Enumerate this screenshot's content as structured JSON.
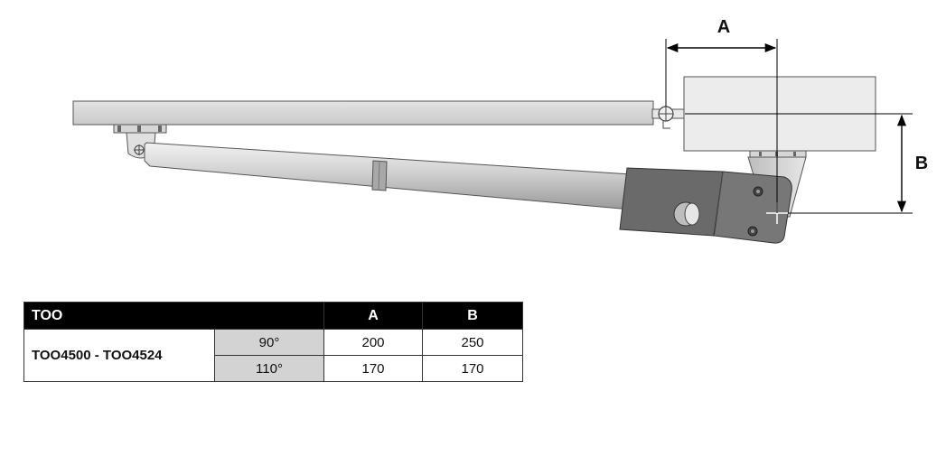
{
  "dimensions": {
    "a_label": "A",
    "b_label": "B"
  },
  "table": {
    "header": {
      "model": "TOO",
      "a": "A",
      "b": "B"
    },
    "model": "TOO4500 - TOO4524",
    "rows": [
      {
        "angle": "90°",
        "a": "200",
        "b": "250"
      },
      {
        "angle": "110°",
        "a": "170",
        "b": "170"
      }
    ]
  },
  "colors": {
    "header_bg": "#000000",
    "angle_bg": "#d3d3d3",
    "motor": "#6a6a6a",
    "arm": "#cfcfcf"
  }
}
